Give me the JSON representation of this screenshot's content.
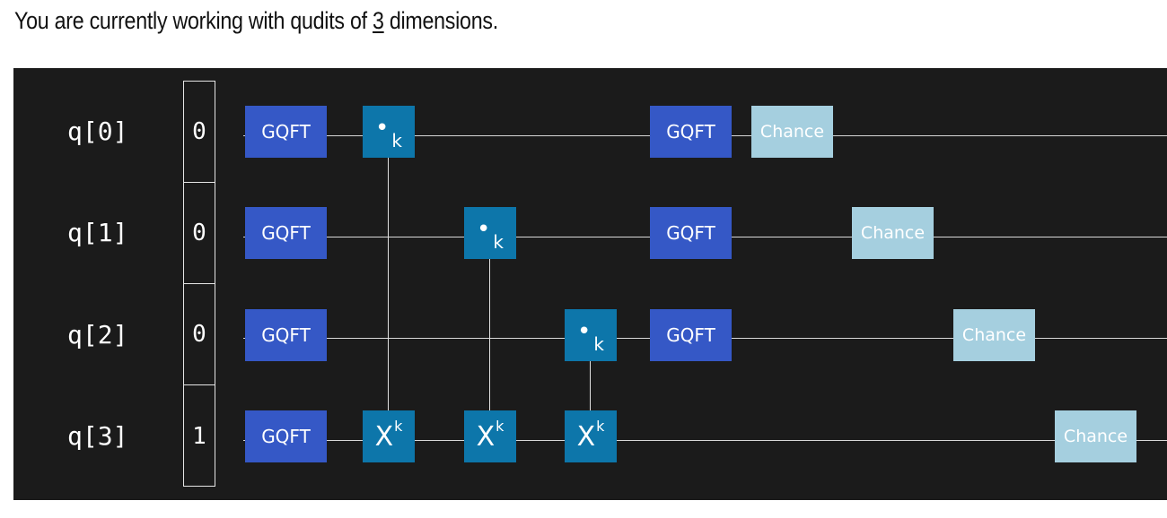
{
  "header": {
    "prefix": "You are currently working with qudits of",
    "dimension": "3",
    "suffix": "dimensions."
  },
  "circuit": {
    "qudits": [
      {
        "label": "q[0]",
        "init": "0"
      },
      {
        "label": "q[1]",
        "init": "0"
      },
      {
        "label": "q[2]",
        "init": "0"
      },
      {
        "label": "q[3]",
        "init": "1"
      }
    ],
    "gate_labels": {
      "gqft": "GQFT",
      "chance": "Chance",
      "control_dot": "•",
      "control_sub": "k",
      "target_base": "X",
      "target_sup": "k"
    },
    "colors": {
      "background": "#1b1b1b",
      "gqft": "#3558c6",
      "controlled": "#0d76aa",
      "chance": "#a5cfdf",
      "wire": "#d8d8d8"
    }
  }
}
